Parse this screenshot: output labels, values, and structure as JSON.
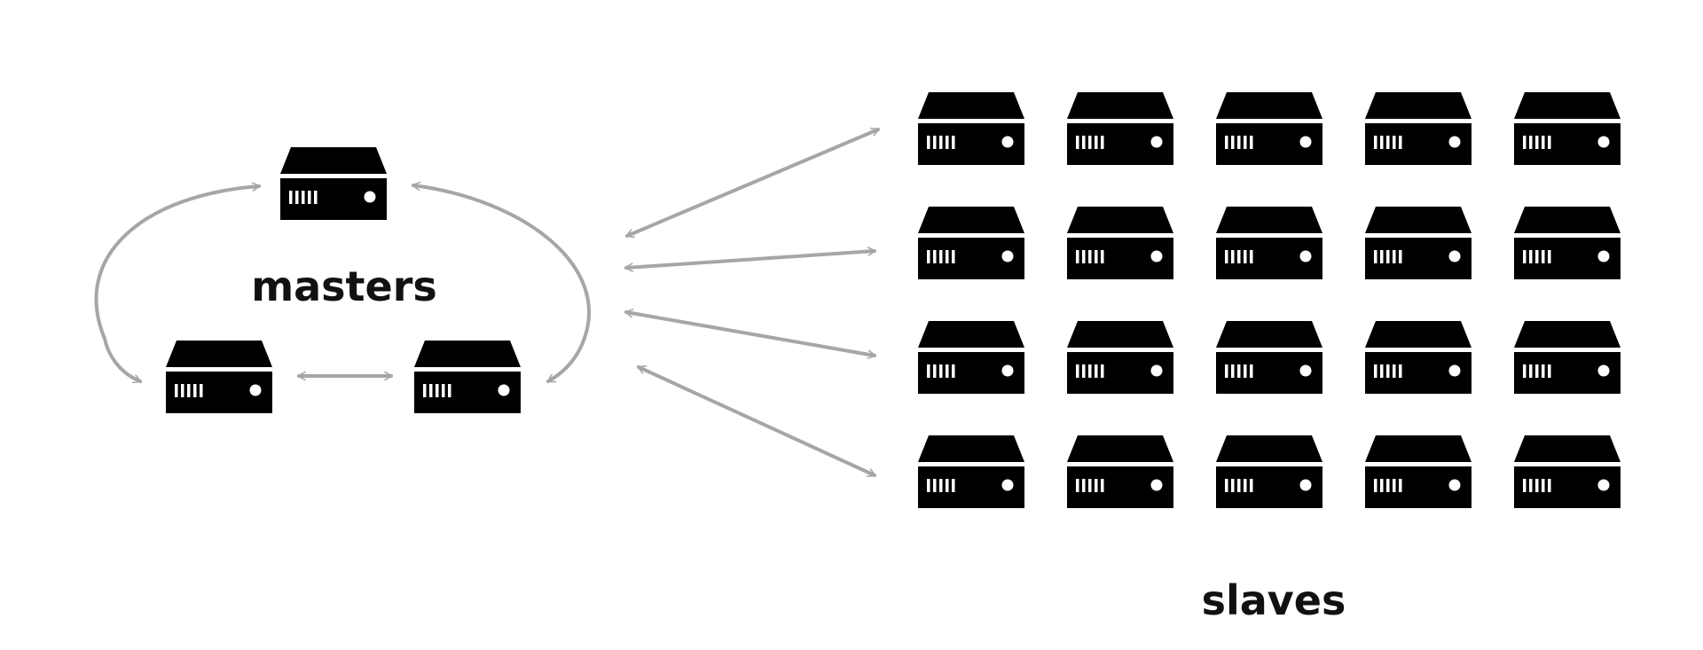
{
  "masters": {
    "label": "masters",
    "count": 3
  },
  "slaves": {
    "label": "slaves",
    "rows": 4,
    "columns": 5
  },
  "colors": {
    "server": "#000000",
    "arrow": "#a6a6a6",
    "background": "#ffffff"
  },
  "icons": {
    "node": "server-icon",
    "connection": "double-arrow"
  }
}
